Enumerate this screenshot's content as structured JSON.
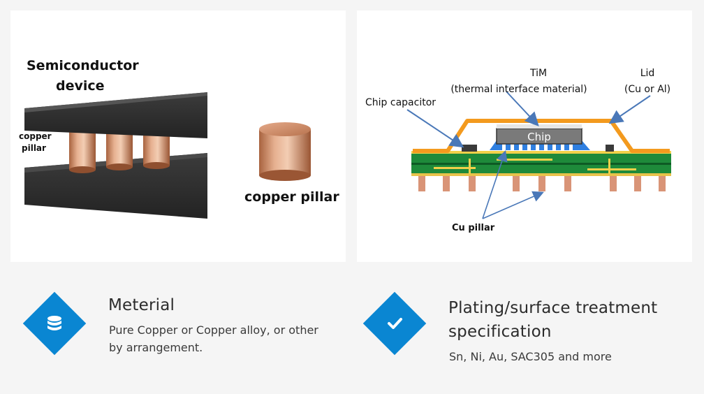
{
  "left_diagram": {
    "title_line1": "Semiconductor",
    "title_line2": "device",
    "side_label_line1": "copper",
    "side_label_line2": "pillar",
    "pillar_label": "copper pillar"
  },
  "right_diagram": {
    "tim_line1": "TiM",
    "tim_line2": "(thermal interface material)",
    "lid_line1": "Lid",
    "lid_line2": "(Cu or Al)",
    "capacitor_label": "Chip capacitor",
    "chip_label": "Chip",
    "cu_pillar_label": "Cu pillar"
  },
  "features": [
    {
      "title": "Meterial",
      "description": "Pure Copper or Copper alloy, or other by arrangement.",
      "icon": "database-icon"
    },
    {
      "title": "Plating/surface treatment specification",
      "description": "Sn, Ni, Au, SAC305 and more",
      "icon": "checkmark-icon"
    }
  ],
  "colors": {
    "accent": "#0a86d2",
    "copper": "#c98560",
    "board_green": "#1e8a3a",
    "lid_orange": "#f39a1e"
  }
}
